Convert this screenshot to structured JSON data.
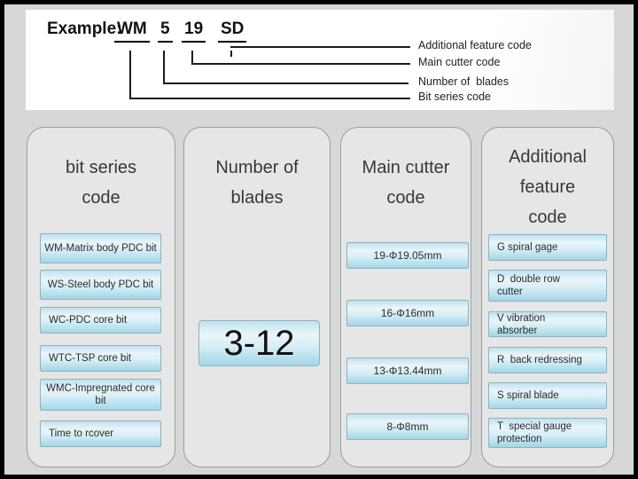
{
  "example": {
    "prefix": "Example:",
    "codes": {
      "series": "WM",
      "blades": "5",
      "cutter": "19",
      "feature": "SD"
    },
    "callouts": {
      "additional": "Additional feature code",
      "main_cutter": "Main cutter code",
      "blades": "Number of  blades",
      "bit_series": "Bit series code"
    }
  },
  "panels": {
    "bit_series": {
      "title": "bit series\ncode",
      "items": [
        "WM-Matrix body PDC bit",
        "WS-Steel body PDC bit",
        "WC-PDC core bit",
        "WTC-TSP core bit",
        "WMC-Impregnated core bit",
        "Time to rcover"
      ]
    },
    "blades": {
      "title": "Number of\nblades",
      "value": "3-12"
    },
    "main_cutter": {
      "title": "Main cutter\ncode",
      "items": [
        "19-Φ19.05mm",
        "16-Φ16mm",
        "13-Φ13.44mm",
        "8-Φ8mm"
      ]
    },
    "additional": {
      "title": "Additional\nfeature\ncode",
      "items": [
        "G spiral gage",
        "D  double row cutter",
        "V vibration absorber",
        "R  back redressing",
        "S spiral blade",
        "T  special gauge protection"
      ]
    }
  },
  "colors": {
    "frame_border": "#000000",
    "background": "#d6d8d7",
    "panel_bg": "#e5e6e5",
    "example_bg": "#ffffff",
    "item_gradient_top": "#bfe2ef",
    "item_gradient_bottom": "#a2d6e8",
    "line": "#1c1c1c"
  }
}
